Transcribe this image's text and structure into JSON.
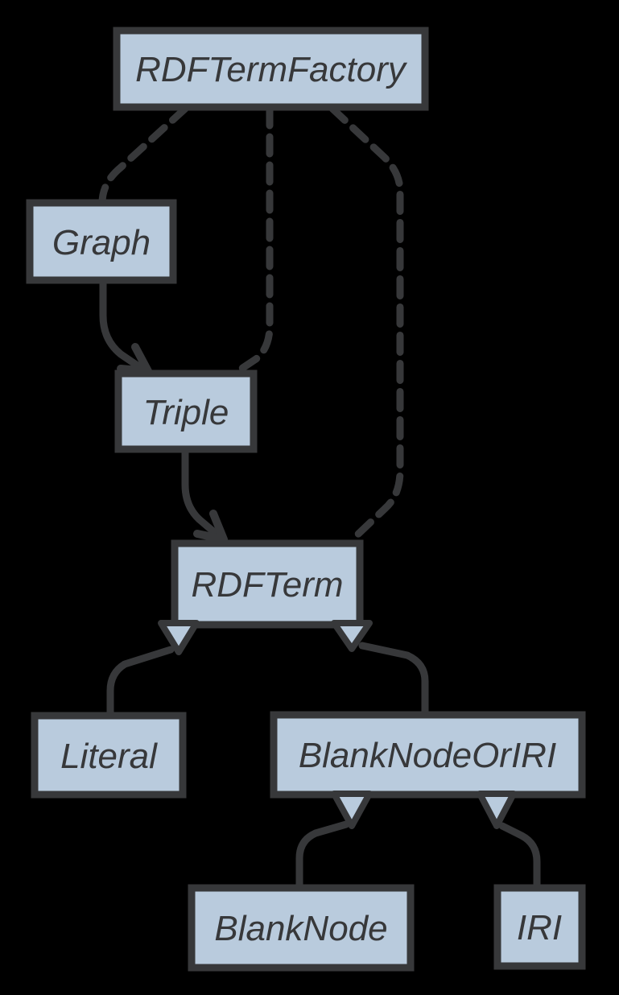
{
  "diagram": {
    "kind": "uml-class-diagram",
    "colors": {
      "background": "#000000",
      "node_fill": "#b9cbdd",
      "stroke": "#37383a",
      "text": "#37383a"
    },
    "nodes": [
      {
        "id": "rdf-term-factory",
        "label": "RDFTermFactory"
      },
      {
        "id": "graph",
        "label": "Graph"
      },
      {
        "id": "triple",
        "label": "Triple"
      },
      {
        "id": "rdf-term",
        "label": "RDFTerm"
      },
      {
        "id": "literal",
        "label": "Literal"
      },
      {
        "id": "blank-node-or-iri",
        "label": "BlankNodeOrIRI"
      },
      {
        "id": "blank-node",
        "label": "BlankNode"
      },
      {
        "id": "iri",
        "label": "IRI"
      }
    ],
    "edges": [
      {
        "from": "RDFTermFactory",
        "to": "Graph",
        "style": "dashed",
        "kind": "dependency"
      },
      {
        "from": "RDFTermFactory",
        "to": "Triple",
        "style": "dashed",
        "kind": "dependency"
      },
      {
        "from": "RDFTermFactory",
        "to": "RDFTerm",
        "style": "dashed",
        "kind": "dependency"
      },
      {
        "from": "Graph",
        "to": "Triple",
        "style": "solid-arrow",
        "kind": "association"
      },
      {
        "from": "Triple",
        "to": "RDFTerm",
        "style": "solid-arrow",
        "kind": "association"
      },
      {
        "from": "Literal",
        "to": "RDFTerm",
        "style": "hollow-triangle",
        "kind": "generalization"
      },
      {
        "from": "BlankNodeOrIRI",
        "to": "RDFTerm",
        "style": "hollow-triangle",
        "kind": "generalization"
      },
      {
        "from": "BlankNode",
        "to": "BlankNodeOrIRI",
        "style": "hollow-triangle",
        "kind": "generalization"
      },
      {
        "from": "IRI",
        "to": "BlankNodeOrIRI",
        "style": "hollow-triangle",
        "kind": "generalization"
      }
    ]
  }
}
